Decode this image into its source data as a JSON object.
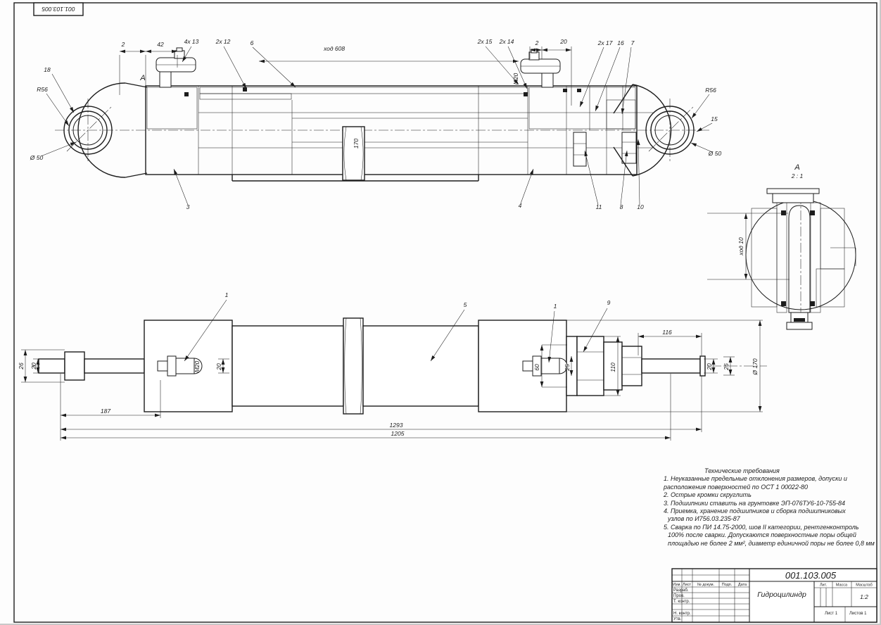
{
  "sheet": {
    "corner_stamp": "001.103.005"
  },
  "top_view": {
    "dims": {
      "d2_left": "2",
      "d42": "42",
      "d4x13": "4х 13",
      "d2x12": "2х 12",
      "p6": "6",
      "stroke": "ход 608",
      "d2x15": "2х 15",
      "d2x14": "2х 14",
      "d2_right": "2",
      "d20": "20",
      "d2x17": "2х 17",
      "p16": "16",
      "p7": "7",
      "m20": "М20",
      "p18": "18",
      "r56_left": "R56",
      "d50_left": "Ø 50",
      "r56_right": "R56",
      "p15": "15",
      "d50_right": "Ø 50",
      "d170_mid": "170",
      "view_a_marker": "А"
    },
    "items": {
      "i3": "3",
      "i4": "4",
      "i11": "11",
      "i8": "8",
      "i10": "10"
    }
  },
  "detail_a": {
    "label": "А",
    "scale": "2 : 1",
    "dim_stroke": "ход 10"
  },
  "bottom_view": {
    "items": {
      "i1_left": "1",
      "i5": "5",
      "i1_right": "1",
      "i9": "9"
    },
    "dims": {
      "d116": "116",
      "d170": "Ø 170",
      "d26_left": "26",
      "d20_left": "20",
      "d187": "187",
      "d1293": "1293",
      "d1205": "1205",
      "d25": "25",
      "d110": "110",
      "d60": "60",
      "m20": "М20",
      "d20_mid": "20",
      "d20_right": "20",
      "d26_right": "26"
    }
  },
  "tech_requirements": {
    "title": "Технические требования",
    "lines": [
      "1. Неуказанные предельные отклонения размеров, допуски и",
      "расположения поверхностей по ОСТ 1 00022-80",
      "2. Острые кромки скруглить",
      "3. Подшипники ставить на грунтовке ЭП-076ТУ6-10-755-84",
      "4. Приемка, хранение подшипников и сборка подшипниковых",
      "узлов по И756.03.235-87",
      "5. Сварка по ПИ 14.75-2000, шов II категории, рентгенконтроль",
      "100% после сварки. Допускаются поверхностные поры общей",
      "площадью не более 2 мм², диаметр единичной поры не более 0,8 мм"
    ]
  },
  "title_block": {
    "doc_number": "001.103.005",
    "name": "Гидроцилиндр",
    "scale_value": "1:2",
    "columns": {
      "izm": "Изм.",
      "list": "Лист",
      "doc": "№ докум.",
      "podp": "Подп.",
      "data": "Дата"
    },
    "rows": {
      "razrab": "Разраб.",
      "prov": "Пров.",
      "tkontr": "Т. контр.",
      "nkontr": "Н. контр.",
      "utv": "Утв."
    },
    "right": {
      "lit": "Лит.",
      "massa": "Масса",
      "masshtab": "Масштаб",
      "list": "Лист 1",
      "listov": "Листов 1"
    }
  }
}
